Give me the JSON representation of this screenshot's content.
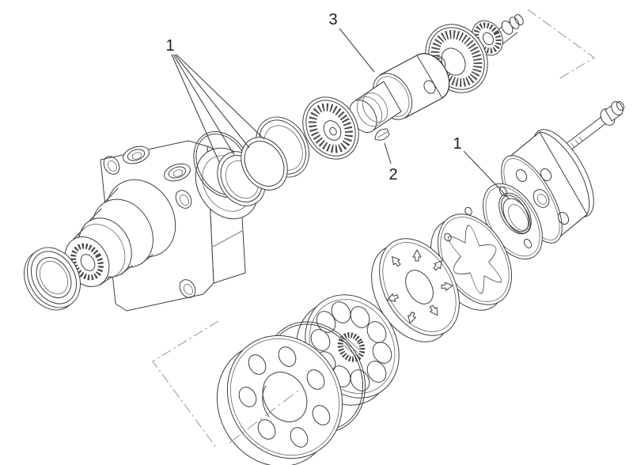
{
  "figure": {
    "type": "exploded-parts-diagram",
    "subject": "hydraulic-gerotor-motor",
    "background_color": "#ffffff",
    "line_color": "#3e3e3e",
    "phantom_line_color": "#949494",
    "label_color": "#1c1c1c",
    "callouts": [
      {
        "label": "1",
        "points_to": "shaft-seal-kit",
        "leader_count": 4
      },
      {
        "label": "3",
        "points_to": "drive-link",
        "leader_count": 1
      },
      {
        "label": "2",
        "points_to": "woodruff-key",
        "leader_count": 1
      },
      {
        "label": "1",
        "points_to": "o-ring-seal",
        "leader_count": 1
      }
    ],
    "parts": [
      "dust-seal",
      "bearing-housing",
      "port-boss",
      "mounting-hole",
      "shaft-hub",
      "shaft-seal-kit",
      "thrust-bearing",
      "drive-link",
      "coupling-bearing",
      "drive-gear",
      "input-shaft",
      "woodruff-key",
      "end-plate",
      "body-seal-ring",
      "rotor-assembly",
      "valve-plate",
      "stator-ring",
      "wear-plate",
      "o-ring-seal",
      "end-cap",
      "cap-screw"
    ]
  }
}
